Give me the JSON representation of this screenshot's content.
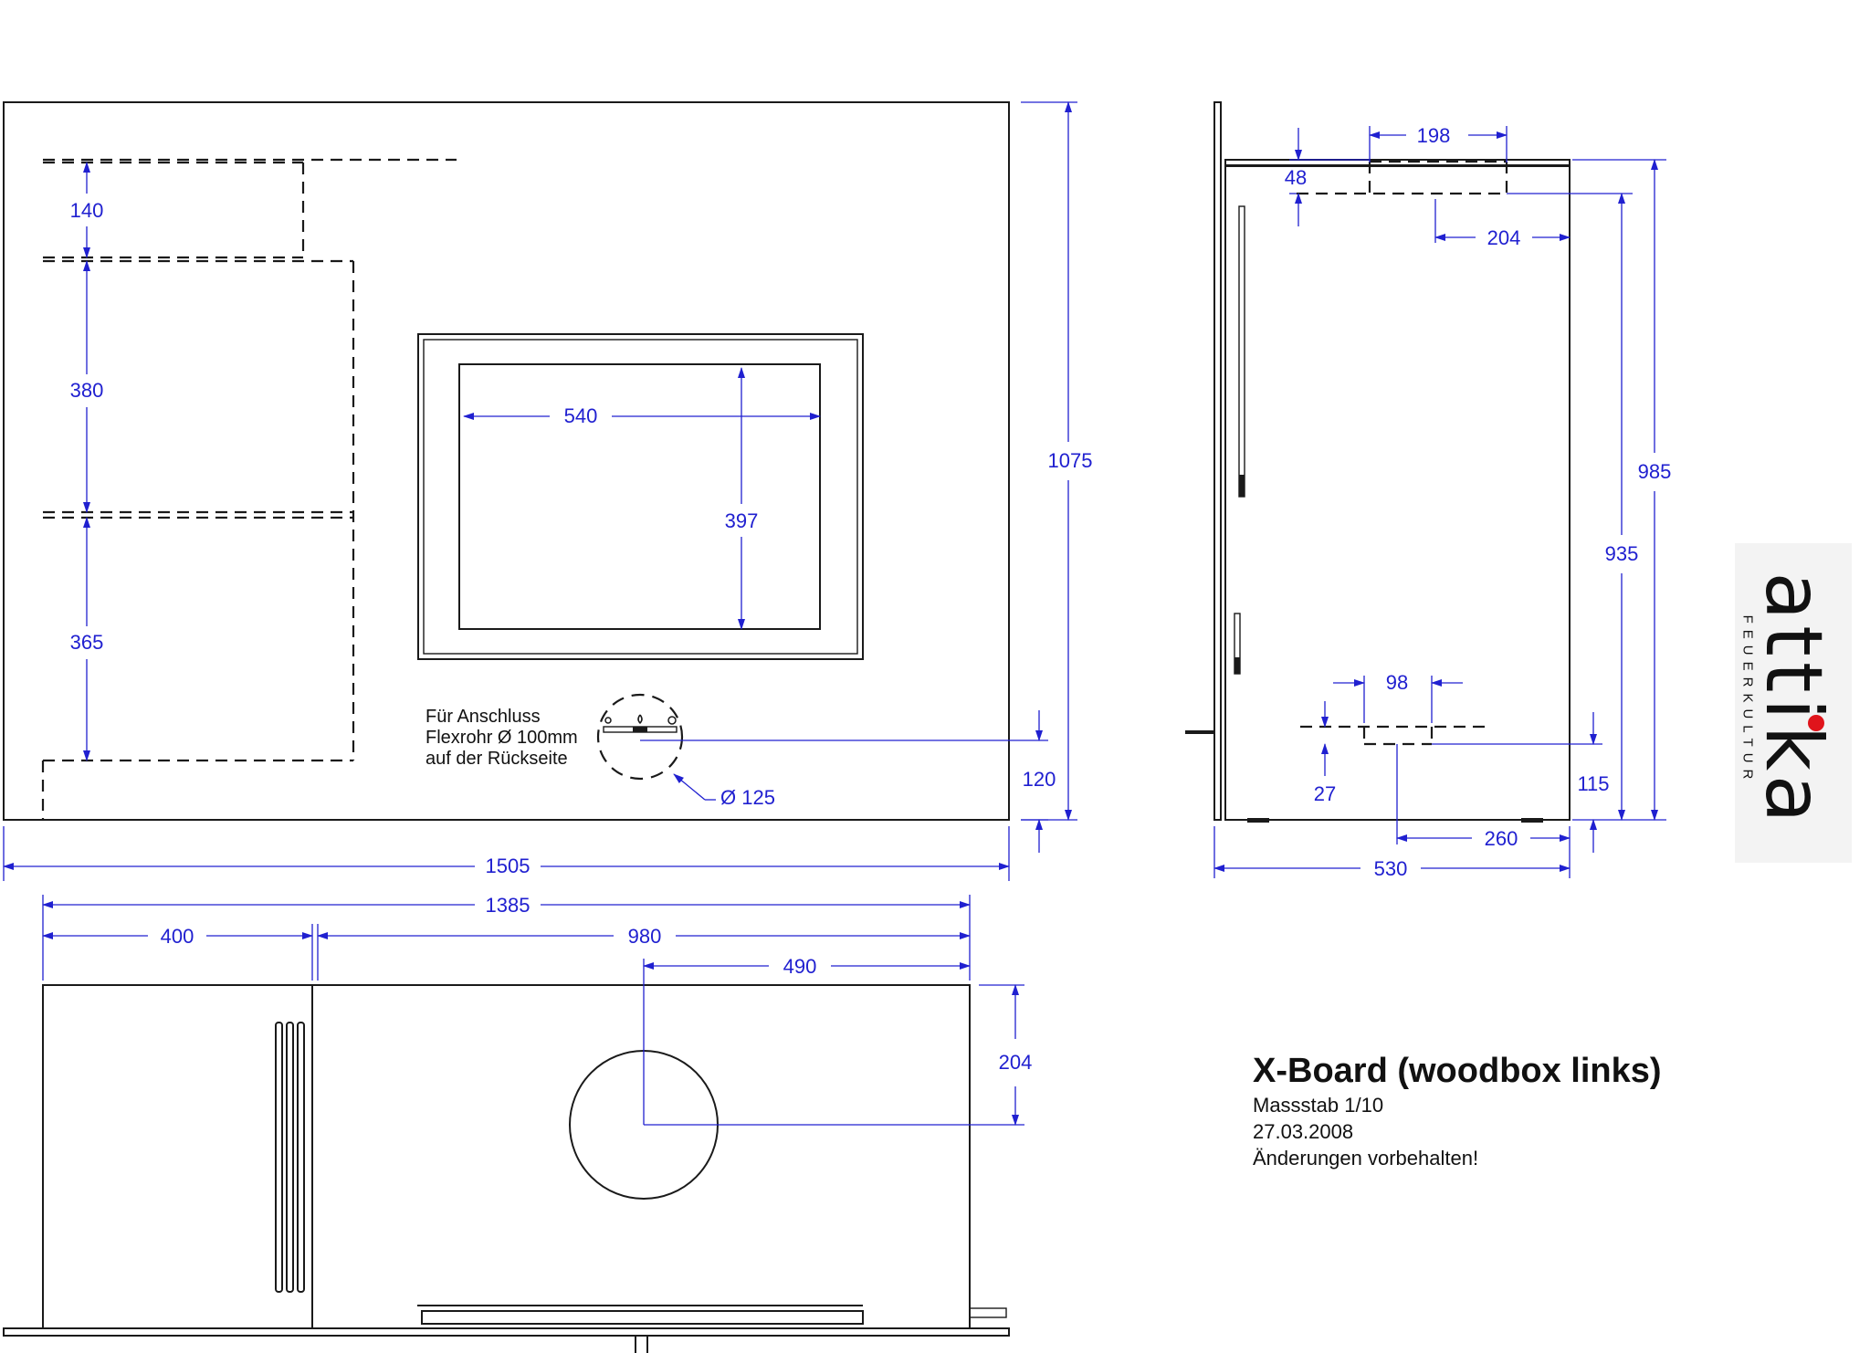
{
  "dimensions": {
    "front_top_140": "140",
    "front_380": "380",
    "front_365": "365",
    "glass_width_540": "540",
    "glass_height_397": "397",
    "front_height_1075": "1075",
    "flue_offset_120": "120",
    "diameter_125": "Ø 125",
    "front_width_1505": "1505",
    "plan_width_1385": "1385",
    "plan_400": "400",
    "plan_980": "980",
    "plan_490": "490",
    "plan_204": "204",
    "side_198": "198",
    "side_48": "48",
    "side_204": "204",
    "side_985": "985",
    "side_935": "935",
    "side_98": "98",
    "side_27": "27",
    "side_115": "115",
    "side_260": "260",
    "side_530": "530"
  },
  "note": {
    "line1": "Für Anschluss",
    "line2": "Flexrohr Ø 100mm",
    "line3": "auf der Rückseite"
  },
  "title_block": {
    "title": "X-Board (woodbox links)",
    "scale": "Massstab 1/10",
    "date": "27.03.2008",
    "disclaimer": "Änderungen vorbehalten!"
  },
  "logo": {
    "word": "attika",
    "tagline": "FEUERKULTUR",
    "accent_color": "#e0141b"
  },
  "colors": {
    "dimension": "#2020d0",
    "outline": "#1a1a1a"
  }
}
